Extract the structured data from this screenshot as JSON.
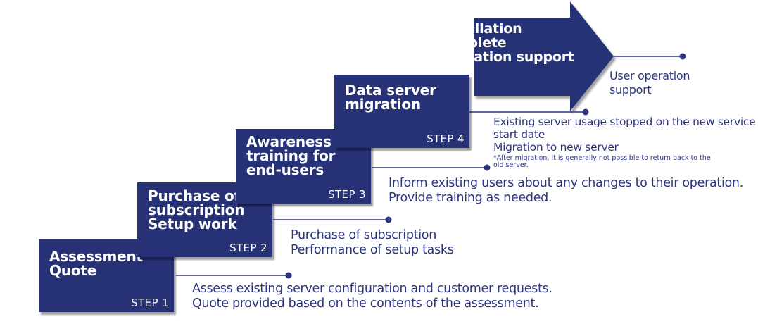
{
  "steps": [
    {
      "title": "Assessment\nQuote",
      "label": "STEP 1",
      "details": [
        "Assess existing server configuration and customer requests.",
        "Quote provided based on the contents of the assessment."
      ]
    },
    {
      "title": "Purchase of\nsubscription\nSetup work",
      "label": "STEP 2",
      "details": [
        "Purchase of subscription",
        "Performance of setup tasks"
      ]
    },
    {
      "title": "Awareness and\ntraining for\nend-users",
      "label": "STEP 3",
      "details": [
        "Inform existing users about any changes to their operation.",
        "Provide training as needed."
      ]
    },
    {
      "title": "Data server\nmigration",
      "label": "STEP 4",
      "details": [
        "Existing server usage stopped on the new service",
        "start date",
        "Migration to new server"
      ],
      "note": "*After migration, it is generally not possible to return back to the\nold server."
    },
    {
      "title": "Installation\ncomplete\nOperation support",
      "details": [
        "User operation",
        "support"
      ]
    }
  ],
  "colors": {
    "box": "#273176",
    "text": "#2d3580",
    "line": "#2d3580"
  }
}
